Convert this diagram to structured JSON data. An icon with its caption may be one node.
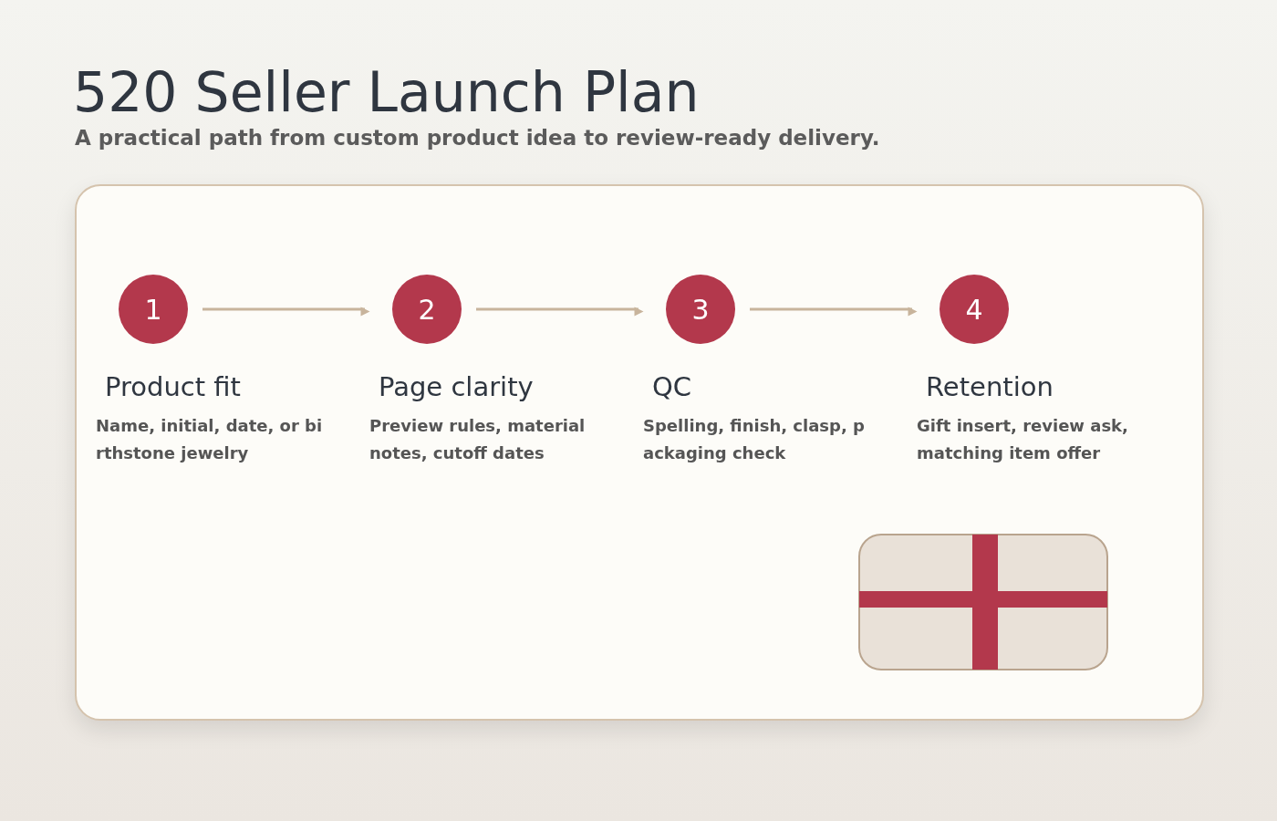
{
  "diagram": {
    "title": "520 Seller Launch Plan",
    "nodes": [
      {
        "text": [
          "1"
        ],
        "beside": [
          "Product fit",
          "Name, initial, date, or birthstone jewelry"
        ]
      },
      {
        "text": [
          "2"
        ],
        "beside": [
          "Page clarity",
          "Preview rules, material notes, cutoff dates"
        ]
      },
      {
        "text": [
          "3"
        ],
        "beside": [
          "QC",
          "Spelling, finish, clasp, packaging check"
        ]
      },
      {
        "text": [
          "4"
        ],
        "beside": [
          "Retention",
          "Gift insert, review ask, matching item offer"
        ]
      }
    ],
    "edges": [
      {
        "from": 0,
        "to": 1,
        "arrow": "to"
      },
      {
        "from": 1,
        "to": 2,
        "arrow": "to"
      },
      {
        "from": 2,
        "to": 3,
        "arrow": "to"
      }
    ],
    "labels": [
      "A practical path from custom product idea to review-ready delivery."
    ]
  }
}
